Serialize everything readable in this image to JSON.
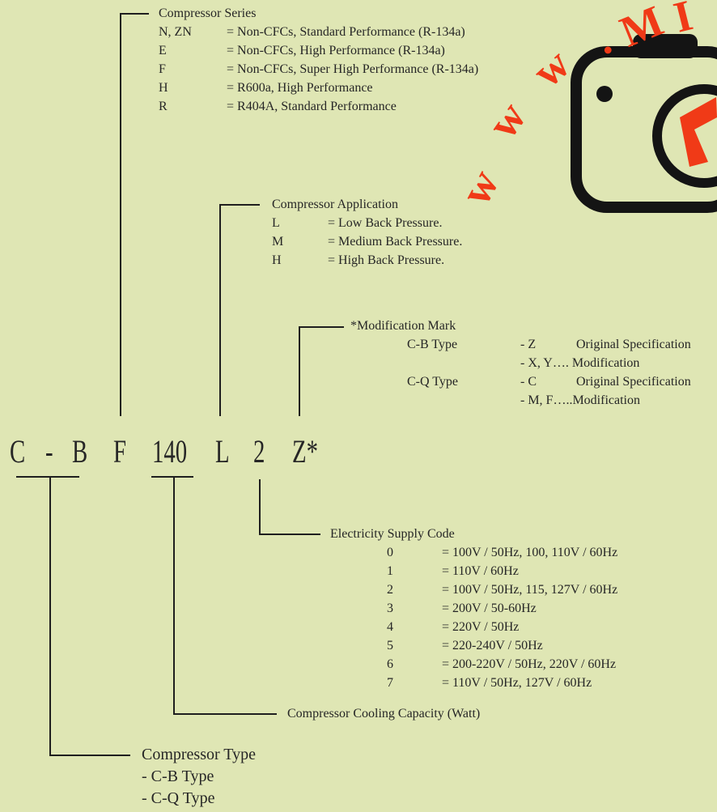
{
  "series": {
    "title": "Compressor Series",
    "rows": [
      {
        "code": "N, ZN",
        "desc": "= Non-CFCs, Standard Performance (R-134a)"
      },
      {
        "code": "E",
        "desc": "= Non-CFCs, High Performance (R-134a)"
      },
      {
        "code": "F",
        "desc": "= Non-CFCs, Super High Performance (R-134a)"
      },
      {
        "code": "H",
        "desc": "= R600a, High Performance"
      },
      {
        "code": "R",
        "desc": "= R404A, Standard Performance"
      }
    ]
  },
  "application": {
    "title": "Compressor Application",
    "rows": [
      {
        "code": "L",
        "desc": "= Low Back Pressure."
      },
      {
        "code": "M",
        "desc": "= Medium Back Pressure."
      },
      {
        "code": "H",
        "desc": "= High Back Pressure."
      }
    ]
  },
  "modification": {
    "title": "*Modification Mark",
    "cb_type": "C-B Type",
    "cq_type": "C-Q Type",
    "cb_rows": [
      {
        "code": "- Z",
        "desc": "Original Specification"
      },
      {
        "code": "- X, Y…. Modification",
        "desc": ""
      }
    ],
    "cq_rows": [
      {
        "code": "- C",
        "desc": "Original Specification"
      },
      {
        "code": "- M, F…..Modification",
        "desc": ""
      }
    ]
  },
  "model_code": [
    "C",
    "-",
    "B",
    "F",
    "140",
    "L",
    "2",
    "Z*"
  ],
  "electricity": {
    "title": "Electricity Supply Code",
    "rows": [
      {
        "code": "0",
        "desc": "= 100V / 50Hz, 100, 110V / 60Hz"
      },
      {
        "code": "1",
        "desc": "= 110V / 60Hz"
      },
      {
        "code": "2",
        "desc": "= 100V / 50Hz, 115, 127V / 60Hz"
      },
      {
        "code": "3",
        "desc": "= 200V / 50-60Hz"
      },
      {
        "code": "4",
        "desc": "= 220V / 50Hz"
      },
      {
        "code": "5",
        "desc": "= 220-240V / 50Hz"
      },
      {
        "code": "6",
        "desc": "= 200-220V / 50Hz, 220V / 60Hz"
      },
      {
        "code": "7",
        "desc": "= 110V / 50Hz, 127V / 60Hz"
      }
    ]
  },
  "capacity": {
    "title": "Compressor Cooling Capacity (Watt)"
  },
  "type": {
    "title": "Compressor Type",
    "items": [
      "- C-B Type",
      "- C-Q Type"
    ]
  },
  "watermark": {
    "text": "www.MI",
    "icon": "camera-wrench-icon",
    "color": "#f03a17"
  }
}
